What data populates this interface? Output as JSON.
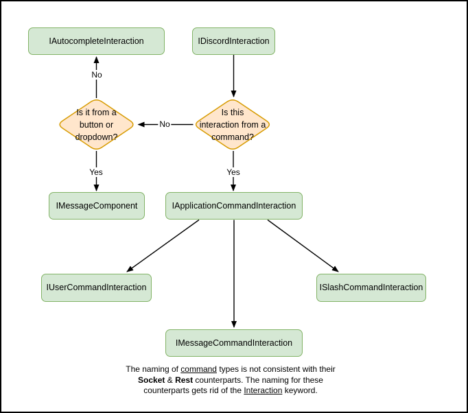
{
  "colors": {
    "node_fill": "#d5e8d4",
    "node_border": "#82b366",
    "decision_fill": "#ffe6cc",
    "decision_border": "#d79b00",
    "edge": "#000000",
    "canvas_border": "#000000",
    "background": "#ffffff",
    "text": "#000000"
  },
  "nodes": {
    "autocomplete": {
      "label": "IAutocompleteInteraction"
    },
    "discord": {
      "label": "IDiscordInteraction"
    },
    "message_component": {
      "label": "IMessageComponent"
    },
    "application_command": {
      "label": "IApplicationCommandInteraction"
    },
    "user_command": {
      "label": "IUserCommandInteraction"
    },
    "slash_command": {
      "label": "ISlashCommandInteraction"
    },
    "message_command": {
      "label": "IMessageCommandInteraction"
    }
  },
  "decisions": {
    "button_dropdown": {
      "label": "Is it from a\nbutton or\ndropdown?"
    },
    "from_command": {
      "label": "Is this\ninteraction from a\ncommand?"
    }
  },
  "edge_labels": {
    "no_top": "No",
    "no_mid": "No",
    "yes_left": "Yes",
    "yes_right": "Yes"
  },
  "note": {
    "lines": [
      {
        "segments": [
          {
            "text": "The naming of "
          },
          {
            "text": "command"
          },
          {
            "text": " types is not consistent with their"
          }
        ]
      },
      {
        "segments": [
          {
            "text": "Socket"
          },
          {
            "text": " & "
          },
          {
            "text": "Rest"
          },
          {
            "text": " counterparts. The naming for these"
          }
        ]
      },
      {
        "segments": [
          {
            "text": "counterparts gets rid of the "
          },
          {
            "text": "Interaction"
          },
          {
            "text": " keyword."
          }
        ]
      }
    ]
  }
}
